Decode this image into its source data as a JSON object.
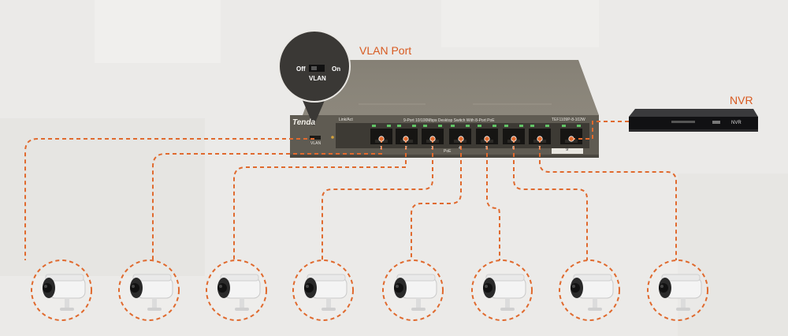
{
  "labels": {
    "vlan_port": "VLAN Port",
    "nvr": "NVR"
  },
  "callout": {
    "off": "Off",
    "on": "On",
    "vlan": "VLAN"
  },
  "switch": {
    "brand": "Tenda",
    "description": "9-Port 10/100Mbps Desktop Switch With 8-Port PoE",
    "model": "TEF1109P-8-102W",
    "link_act": "Link/Act",
    "poe": "PoE",
    "uplink_port": "9",
    "switch_label": "VLAN",
    "port_labels": [
      "1",
      "2",
      "3",
      "4",
      "5",
      "6",
      "7",
      "8"
    ]
  },
  "nvr_device": {
    "text": "NVR"
  },
  "cameras": [
    "camera-1",
    "camera-2",
    "camera-3",
    "camera-4",
    "camera-5",
    "camera-6",
    "camera-7",
    "camera-8"
  ],
  "colors": {
    "accent": "#d85a20",
    "switch_body": "#6e6a5f",
    "line": "#e06a2e"
  }
}
